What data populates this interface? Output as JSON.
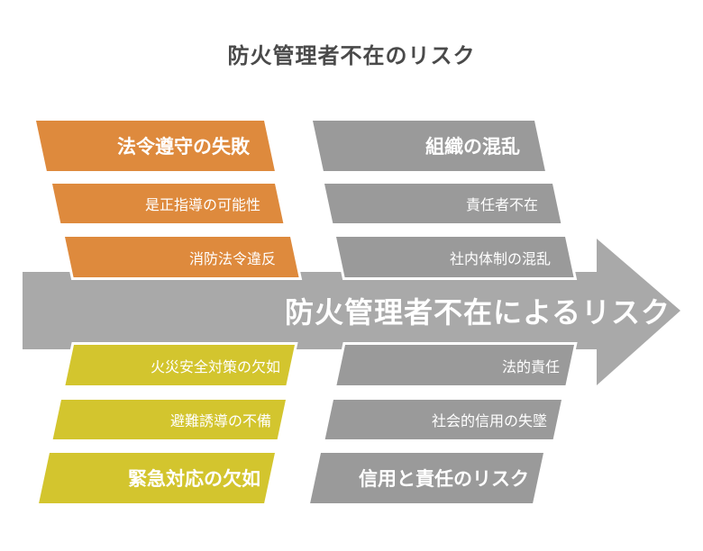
{
  "title": "防火管理者不在のリスク",
  "arrow": {
    "label": "防火管理者不在によるリスク"
  },
  "shapes": {
    "left_top": [
      "法令遵守の失敗",
      "是正指導の可能性",
      "消防法令違反"
    ],
    "right_top": [
      "組織の混乱",
      "責任者不在",
      "社内体制の混乱"
    ],
    "left_bottom": [
      "火災安全対策の欠如",
      "避難誘導の不備",
      "緊急対応の欠如"
    ],
    "right_bottom": [
      "法的責任",
      "社会的信用の失墜",
      "信用と責任のリスク"
    ]
  },
  "colors": {
    "orange": "#de8a3d",
    "yellow": "#d3c52e",
    "shape_gray": "#9a9a9a",
    "arrow_gray": "#a9a9a9",
    "title_text": "#4a4a4a",
    "label_text": "#ffffff"
  }
}
